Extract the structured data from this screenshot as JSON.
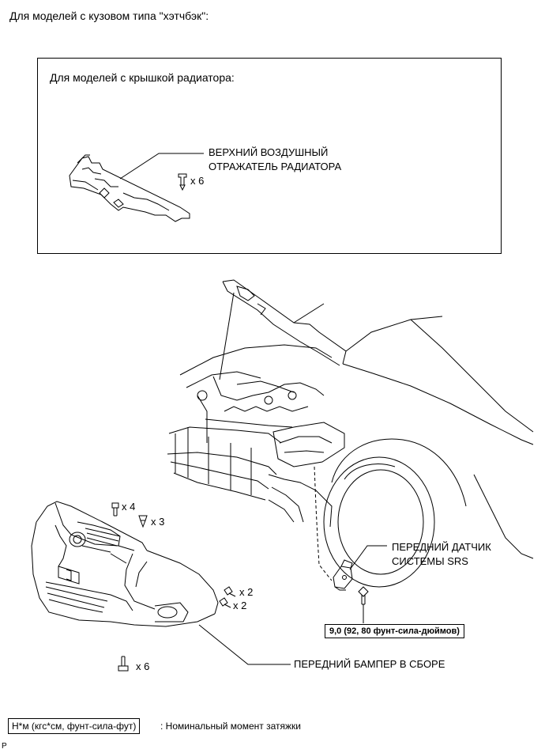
{
  "header": {
    "title": "Для моделей с кузовом типа \"хэтчбэк\":"
  },
  "inset": {
    "title": "Для моделей с крышкой радиатора:",
    "part_label_line1": "ВЕРХНИЙ ВОЗДУШНЫЙ",
    "part_label_line2": "ОТРАЖАТЕЛЬ РАДИАТОРА",
    "clip_qty": "x 6"
  },
  "main": {
    "sensor_label_line1": "ПЕРЕДНИЙ ДАТЧИК",
    "sensor_label_line2": "СИСТЕМЫ SRS",
    "torque_value": "9,0 (92, 80 фунт-сила-дюймов)",
    "bumper_label": "ПЕРЕДНИЙ БАМПЕР В СБОРЕ",
    "qty_bolts_top": "x 4",
    "qty_clips_top": "x 3",
    "qty_side_1": "x 2",
    "qty_side_2": "x 2",
    "qty_bottom": "x 6"
  },
  "legend": {
    "unit_box": "Н*м (кгс*см, фунт-сила-фут)",
    "description": ": Номинальный момент затяжки"
  },
  "footer": {
    "code": "P"
  }
}
